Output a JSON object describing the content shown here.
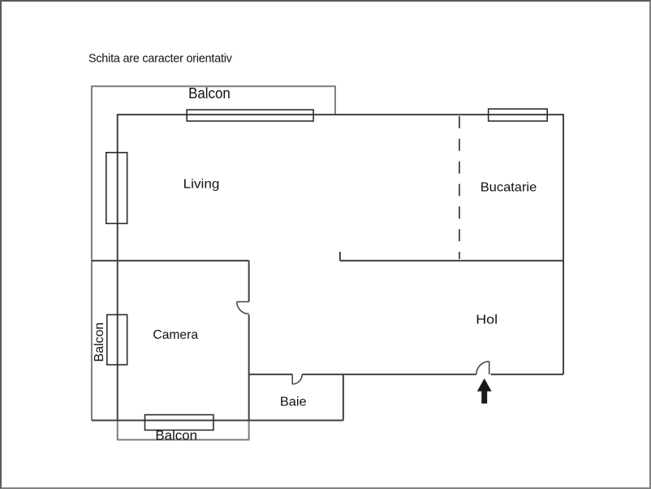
{
  "title": "Schita are caracter orientativ",
  "floorplan": {
    "rooms": {
      "living": "Living",
      "bucatarie": "Bucatarie",
      "camera": "Camera",
      "baie": "Baie",
      "hol": "Hol"
    },
    "balconies": {
      "top": "Balcon",
      "left": "Balcon",
      "bottom": "Balcon"
    }
  },
  "icons": {
    "entrance_arrow": "up-arrow"
  },
  "colors": {
    "wall": "#404040",
    "balcony_outline": "#7d7d7d",
    "window_outline": "#2b2b2b",
    "text": "#111111",
    "arrow": "#1a1a1a",
    "background": "#ffffff",
    "frame_border": "#828282"
  }
}
